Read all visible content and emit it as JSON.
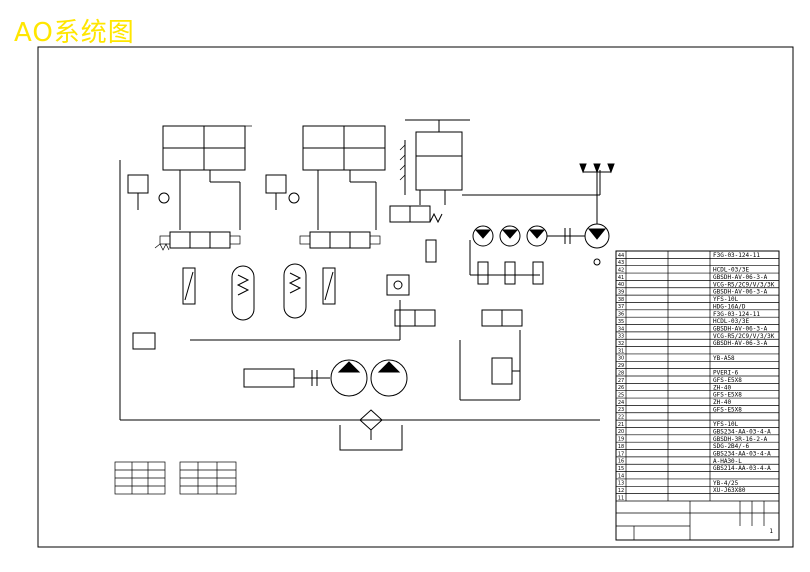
{
  "title": "AO系统图",
  "bom": [
    {
      "no": "44",
      "spec": "F3G-03-124-11"
    },
    {
      "no": "43",
      "spec": ""
    },
    {
      "no": "42",
      "spec": "HCDL-03/3E"
    },
    {
      "no": "41",
      "spec": "GBSDH-AV-06-3-A"
    },
    {
      "no": "40",
      "spec": "VCG-R5/2C9/V/3/3K"
    },
    {
      "no": "39",
      "spec": "GBSDH-AV-06-3-A"
    },
    {
      "no": "38",
      "spec": "YFS-10L"
    },
    {
      "no": "37",
      "spec": "HDG-16A/D"
    },
    {
      "no": "36",
      "spec": "F3G-03-124-11"
    },
    {
      "no": "35",
      "spec": "HCDL-03/3E"
    },
    {
      "no": "34",
      "spec": "GBSDH-AV-06-3-A"
    },
    {
      "no": "33",
      "spec": "VCG-R5/2C9/V/3/3K"
    },
    {
      "no": "32",
      "spec": "GBSDH-AV-06-3-A"
    },
    {
      "no": "31",
      "spec": ""
    },
    {
      "no": "30",
      "spec": "YB-A58"
    },
    {
      "no": "29",
      "spec": ""
    },
    {
      "no": "28",
      "spec": "PVERI-6"
    },
    {
      "no": "27",
      "spec": "GFS-E5X8"
    },
    {
      "no": "26",
      "spec": "ZH-40"
    },
    {
      "no": "25",
      "spec": "GFS-E5X8"
    },
    {
      "no": "24",
      "spec": "ZH-40"
    },
    {
      "no": "23",
      "spec": "GFS-E5X8"
    },
    {
      "no": "22",
      "spec": ""
    },
    {
      "no": "21",
      "spec": "YFS-10L"
    },
    {
      "no": "20",
      "spec": "GBS234-AA-03-4-A"
    },
    {
      "no": "19",
      "spec": "GBSDH-3R-16-2-A"
    },
    {
      "no": "18",
      "spec": "SDG-2B4/-6"
    },
    {
      "no": "17",
      "spec": "GBS234-AA-03-4-A"
    },
    {
      "no": "16",
      "spec": "A-HA30-L"
    },
    {
      "no": "15",
      "spec": "GBS214-AA-03-4-A"
    },
    {
      "no": "14",
      "spec": ""
    },
    {
      "no": "13",
      "spec": "YB-4/25"
    },
    {
      "no": "12",
      "spec": "XU-J63X80"
    },
    {
      "no": "11",
      "spec": ""
    }
  ],
  "footer": {
    "sheet": "1"
  }
}
